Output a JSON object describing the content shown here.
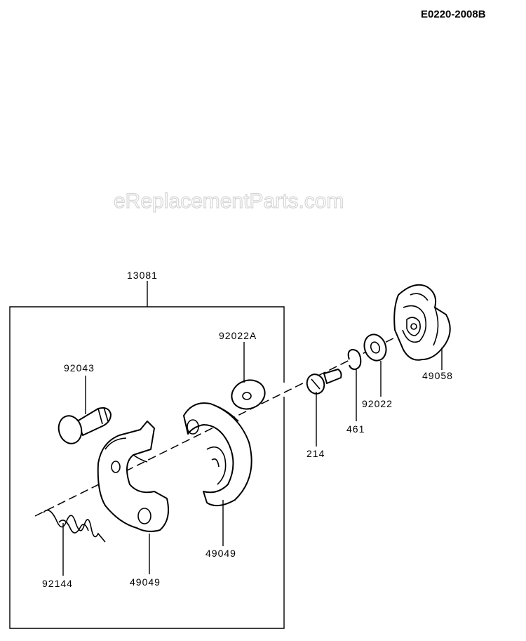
{
  "diagram_code": "E0220-2008B",
  "watermark": "eReplacementParts.com",
  "assembly_label": "13081",
  "part_labels": {
    "washer_92022A": "92022A",
    "bolt_92043": "92043",
    "housing_49058": "49058",
    "bolt_214": "214",
    "ring_461": "461",
    "washer_92022": "92022",
    "shoe_49049": "49049",
    "spring_92144": "92144",
    "weight_49049": "49049"
  }
}
